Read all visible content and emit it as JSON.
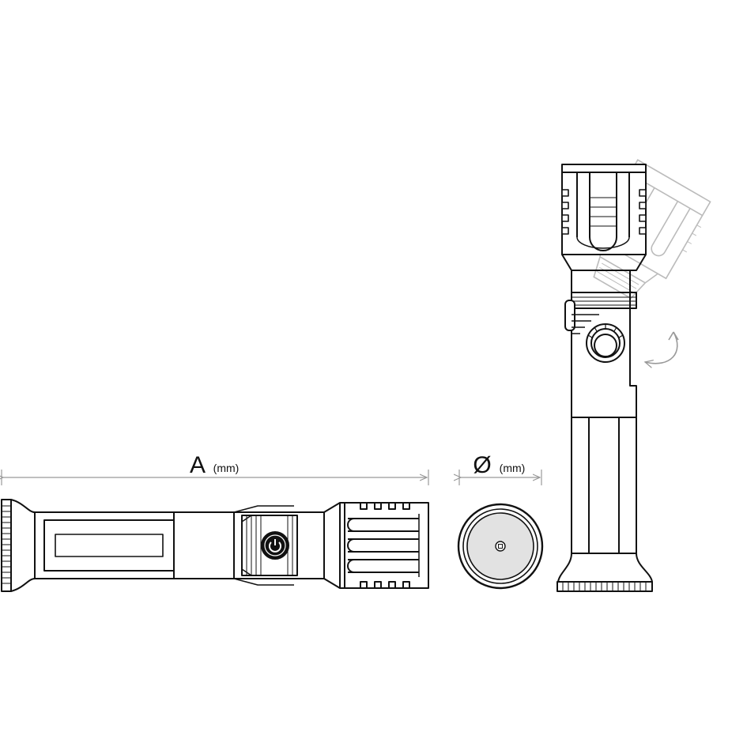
{
  "dimensions": {
    "length": {
      "letter": "A",
      "unit": "(mm)"
    },
    "diameter": {
      "symbol": "Ø",
      "unit": "(mm)"
    }
  },
  "views": {
    "side": "flashlight-side-view",
    "end": "flashlight-end-view",
    "upright": "flashlight-upright-view"
  },
  "colors": {
    "line": "#111111",
    "dimension": "#999999",
    "ghost": "#bbbbbb",
    "lens": "#e2e2e2",
    "button": "#111111"
  }
}
